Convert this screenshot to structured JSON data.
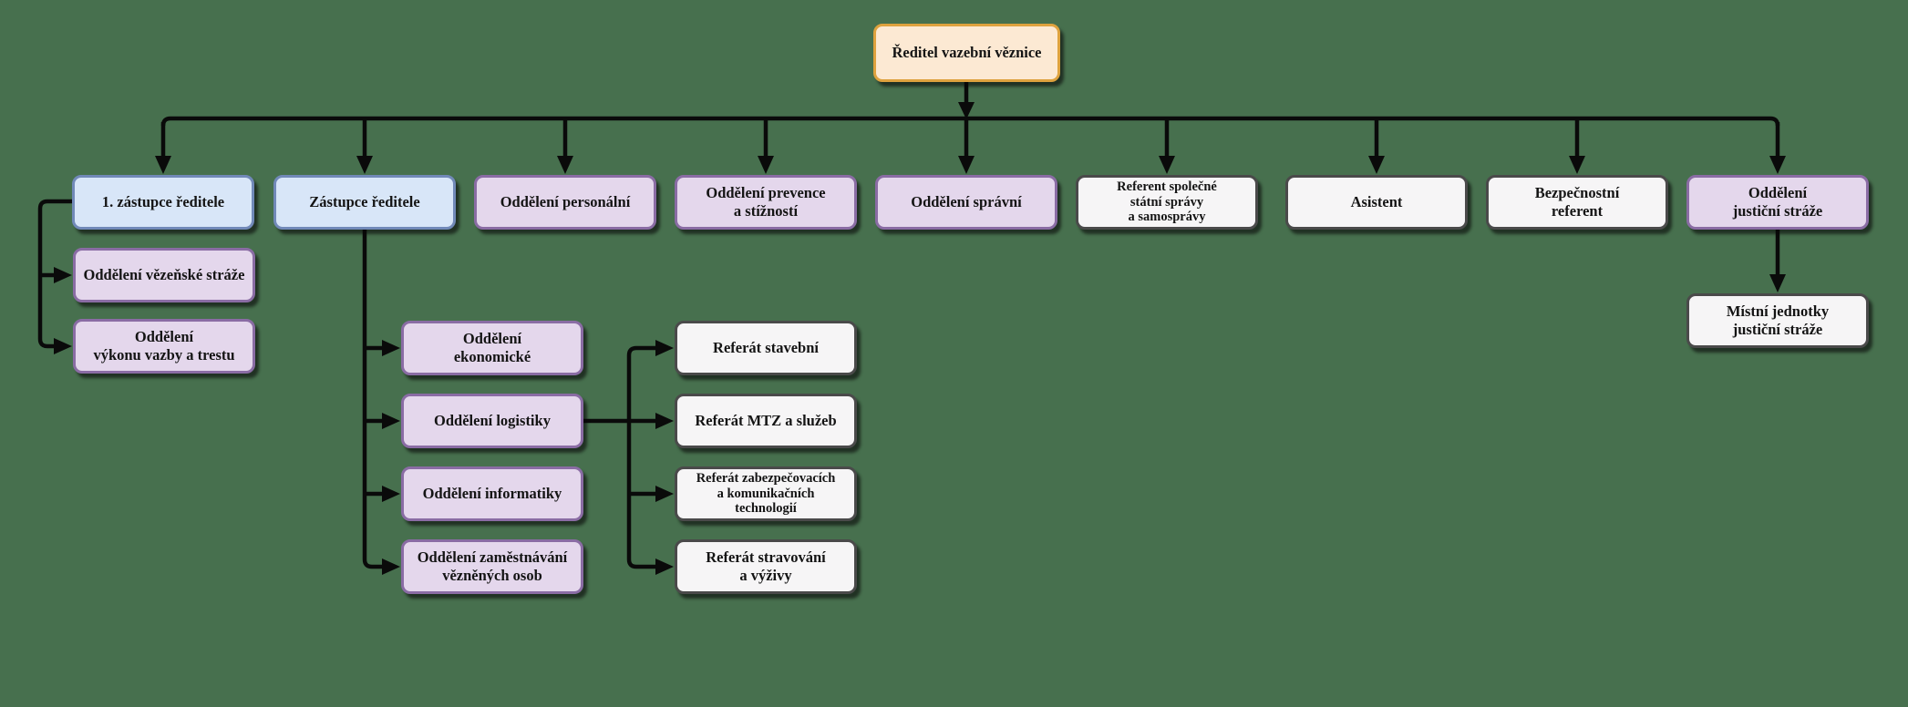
{
  "org_chart": {
    "root": {
      "label": "Ředitel vazební věznice"
    },
    "level2": [
      {
        "id": "first-deputy",
        "label": "1. zástupce ředitele"
      },
      {
        "id": "deputy",
        "label": "Zástupce ředitele"
      },
      {
        "id": "personnel",
        "label": "Oddělení personální"
      },
      {
        "id": "prevention",
        "label": "Oddělení prevence\na stížností"
      },
      {
        "id": "administrative",
        "label": "Oddělení správní"
      },
      {
        "id": "referent-state",
        "label": "Referent společné\nstátní správy\na samosprávy"
      },
      {
        "id": "assistant",
        "label": "Asistent"
      },
      {
        "id": "security-referent",
        "label": "Bezpečnostní\nreferent"
      },
      {
        "id": "justice-guard",
        "label": "Oddělení\njustiční stráže"
      }
    ],
    "first_deputy_children": [
      {
        "label": "Oddělení vězeňské stráže"
      },
      {
        "label": "Oddělení\nvýkonu vazby a trestu"
      }
    ],
    "deputy_children": [
      {
        "label": "Oddělení\nekonomické"
      },
      {
        "label": "Oddělení logistiky"
      },
      {
        "label": "Oddělení informatiky"
      },
      {
        "label": "Oddělení zaměstnávání\nvězněných osob"
      }
    ],
    "logistics_children": [
      {
        "label": "Referát stavební"
      },
      {
        "label": "Referát MTZ a služeb"
      },
      {
        "label": "Referát zabezpečovacích\na komunikačních\ntechnologií"
      },
      {
        "label": "Referát stravování\na výživy"
      }
    ],
    "justice_guard_children": [
      {
        "label": "Místní jednotky\njustiční stráže"
      }
    ]
  },
  "colors": {
    "background": "#47704E",
    "root_fill": "#FCE9D3",
    "root_border": "#DEA23E",
    "blue_fill": "#D8E6F8",
    "blue_border": "#7189B8",
    "purple_fill": "#E4D7EC",
    "purple_border": "#8A6CA4",
    "white_fill": "#F6F5F6",
    "white_border": "#4A4A4A",
    "connector": "#0A0A0A"
  }
}
